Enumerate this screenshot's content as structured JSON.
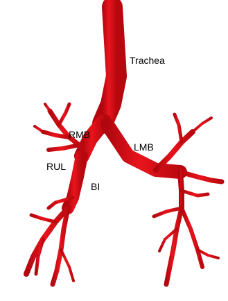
{
  "image": {
    "subject": "airway-tree-3d-render",
    "colors": {
      "airway": "#e01018",
      "airway_dark": "#b0070f",
      "background": "#ffffff",
      "label_text": "#000000"
    }
  },
  "labels": {
    "trachea": "Trachea",
    "rmb": "RMB",
    "lmb": "LMB",
    "rul": "RUL",
    "bi": "BI"
  }
}
